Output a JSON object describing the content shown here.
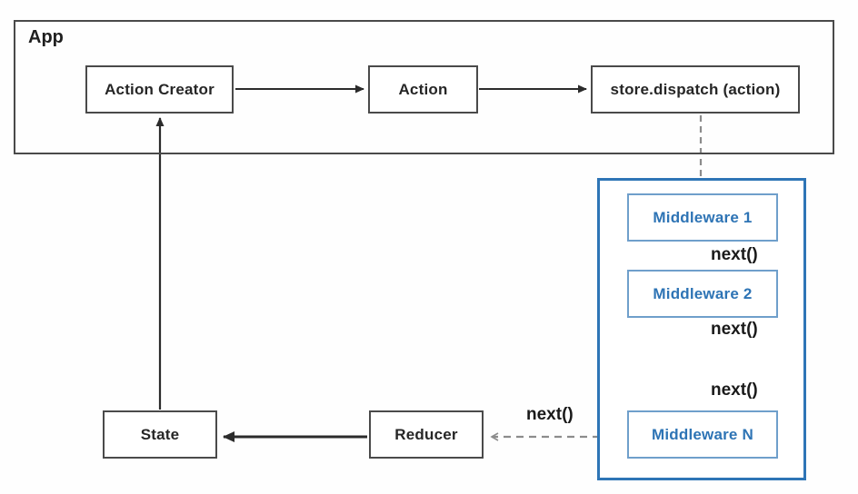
{
  "app": {
    "label": "App"
  },
  "nodes": {
    "action_creator": {
      "label": "Action Creator"
    },
    "action": {
      "label": "Action"
    },
    "store_dispatch": {
      "label": "store.dispatch (action)"
    },
    "middleware_1": {
      "label": "Middleware 1"
    },
    "middleware_2": {
      "label": "Middleware 2"
    },
    "middleware_n": {
      "label": "Middleware N"
    },
    "reducer": {
      "label": "Reducer"
    },
    "state": {
      "label": "State"
    }
  },
  "edge_labels": {
    "next_after_middleware_1": "next()",
    "next_after_middleware_2": "next()",
    "next_before_middleware_n": "next()",
    "next_to_reducer": "next()",
    "ellipsis": "⋮"
  },
  "colors": {
    "box_border": "#4a4a4a",
    "text": "#262626",
    "middleware_container_border": "#2e75b6",
    "middleware_box_border": "#6f9fcb",
    "middleware_text": "#2e74b5",
    "solid_arrow": "#2b2b2b",
    "blue_arrow": "#2e75b6",
    "dashed_arrow": "#8c8c8c"
  }
}
